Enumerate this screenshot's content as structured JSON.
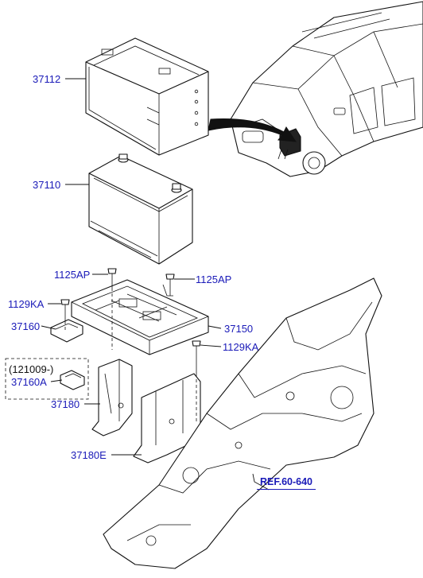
{
  "labels": {
    "p37112": "37112",
    "p37110": "37110",
    "p1125ap_left": "1125AP",
    "p1125ap_right": "1125AP",
    "p1129ka_left": "1129KA",
    "p1129ka_right": "1129KA",
    "p37160": "37160",
    "p37150": "37150",
    "p121009": "(121009-)",
    "p37160a": "37160A",
    "p37180": "37180",
    "p37180e": "37180E",
    "ref": "REF.60-640"
  },
  "colors": {
    "callout_text": "#1a1ab8",
    "line_art": "#111111",
    "background": "#ffffff"
  }
}
